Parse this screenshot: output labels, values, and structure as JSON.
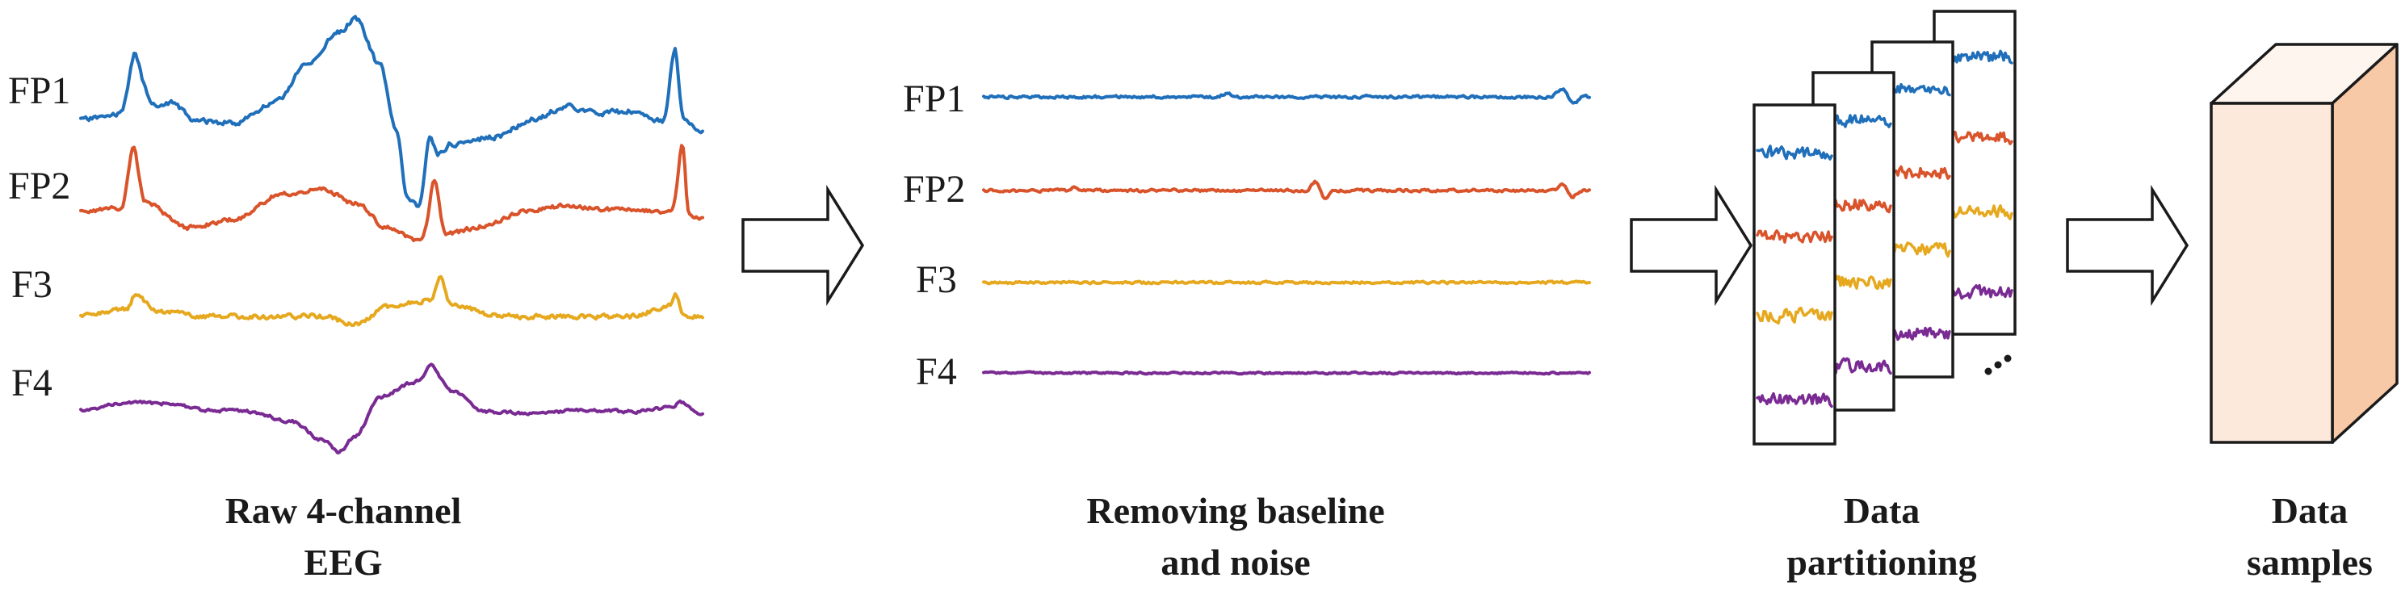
{
  "channels": [
    {
      "name": "FP1",
      "color": "#1f6fba"
    },
    {
      "name": "FP2",
      "color": "#d9532b"
    },
    {
      "name": "F3",
      "color": "#e6a81e"
    },
    {
      "name": "F4",
      "color": "#7a2b93"
    }
  ],
  "captions": {
    "raw": [
      "Raw 4-channel",
      "EEG"
    ],
    "clean": [
      "Removing baseline",
      "and noise"
    ],
    "partition": [
      "Data",
      "partitioning"
    ],
    "samples": [
      "Data",
      "samples"
    ]
  },
  "colors": {
    "box_front": "#fde9dc",
    "box_side": "#f7c9a6",
    "box_top": "#fef5ee",
    "stroke": "#1a1a1a"
  }
}
